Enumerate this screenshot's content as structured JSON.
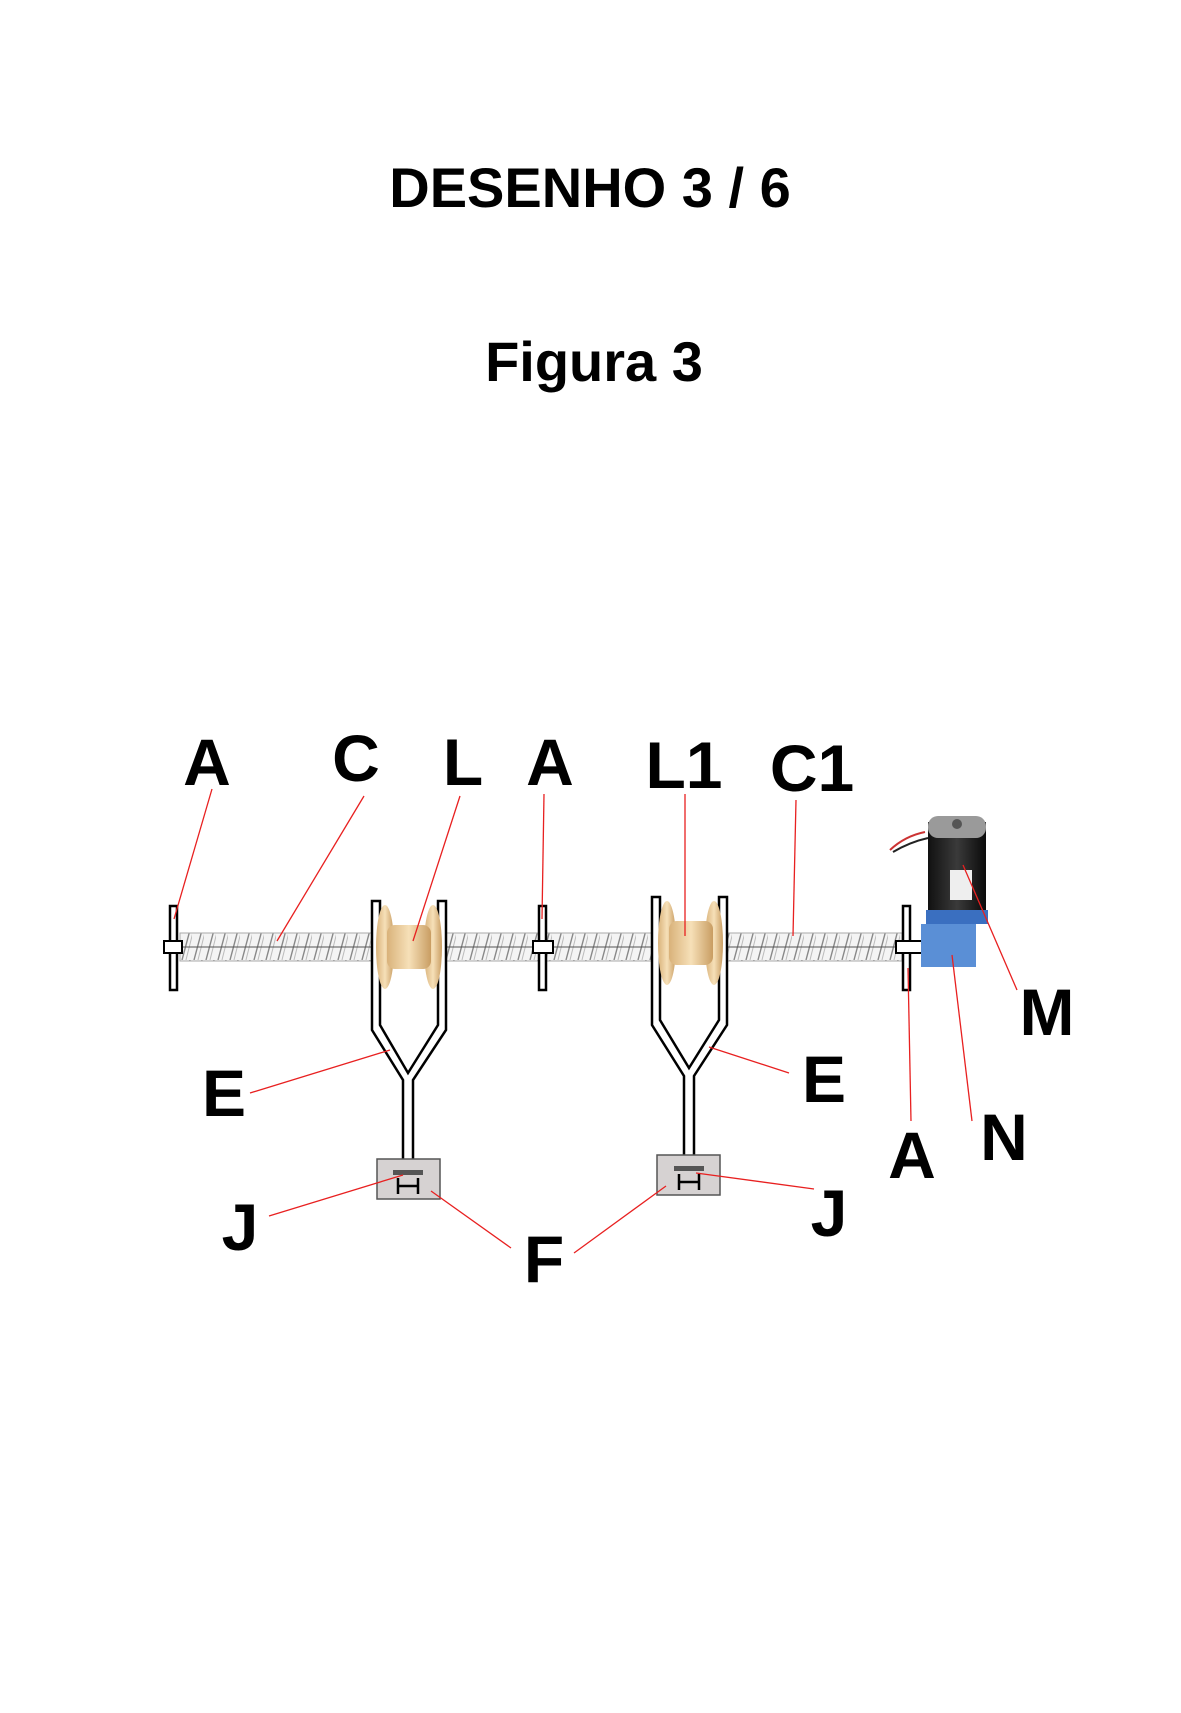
{
  "header": {
    "drawing": "DESENHO 3 / 6",
    "figure": "Figura 3"
  },
  "labels": {
    "a_left": "A",
    "c": "C",
    "l": "L",
    "a_mid": "A",
    "l1": "L1",
    "c1": "C1",
    "m": "M",
    "e_left": "E",
    "e_right": "E",
    "a_right": "A",
    "n": "N",
    "j_left": "J",
    "f": "F",
    "j_right": "J"
  },
  "colors": {
    "leader": "#e82020",
    "motor_mount": "#5a8fd6",
    "spool": "#e8c99a",
    "block": "#d6d2d2"
  }
}
